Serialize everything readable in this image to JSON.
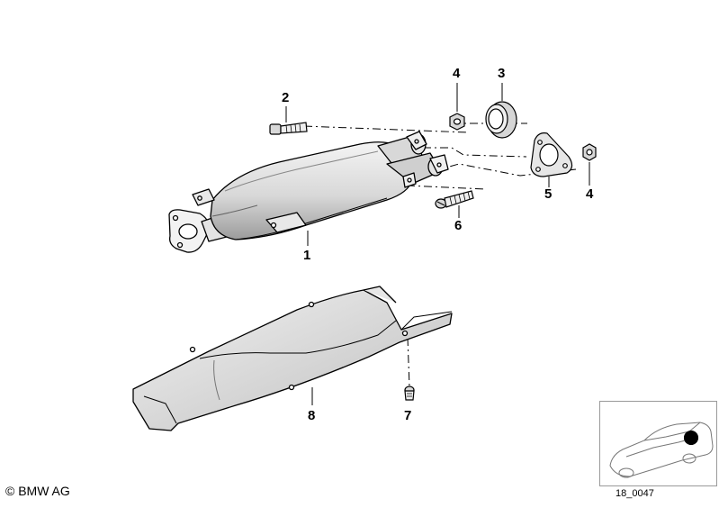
{
  "callouts": {
    "c1": "1",
    "c2": "2",
    "c3": "3",
    "c4a": "4",
    "c4b": "4",
    "c5": "5",
    "c6": "6",
    "c7": "7",
    "c8": "8"
  },
  "footer": {
    "copyright": "© BMW AG",
    "diagram_id": "18_0047"
  },
  "colors": {
    "line": "#000000",
    "shade": "#cfcfcf",
    "marker": "#000000"
  }
}
